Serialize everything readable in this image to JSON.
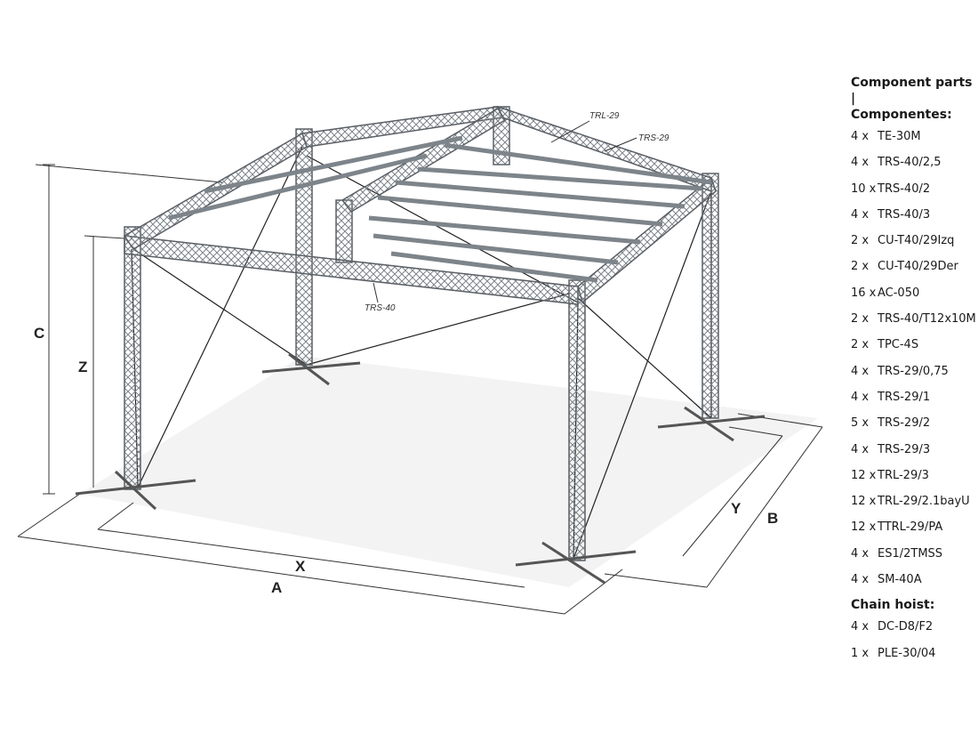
{
  "diagram": {
    "dimensions": {
      "a": "A",
      "b": "B",
      "c": "C",
      "x": "X",
      "y": "Y",
      "z": "Z"
    },
    "callouts": {
      "trl29": "TRL-29",
      "trs29": "TRS-29",
      "trs40": "TRS-40"
    },
    "colors": {
      "truss": "#8a9096",
      "truss_dark": "#4f555b",
      "floor": "#f1f1f1",
      "lines": "#222222"
    }
  },
  "parts": {
    "title_line1": "Component parts |",
    "title_line2": "Componentes:",
    "items": [
      {
        "qty": "4 x",
        "code": "TE-30M"
      },
      {
        "qty": "4 x",
        "code": "TRS-40/2,5"
      },
      {
        "qty": "10 x",
        "code": "TRS-40/2"
      },
      {
        "qty": "4 x",
        "code": "TRS-40/3"
      },
      {
        "qty": "2 x",
        "code": "CU-T40/29Izq"
      },
      {
        "qty": "2 x",
        "code": "CU-T40/29Der"
      },
      {
        "qty": "16 x",
        "code": "AC-050"
      },
      {
        "qty": "2 x",
        "code": "TRS-40/T12x10M"
      },
      {
        "qty": "2 x",
        "code": "TPC-4S"
      },
      {
        "qty": "4 x",
        "code": "TRS-29/0,75"
      },
      {
        "qty": "4 x",
        "code": "TRS-29/1"
      },
      {
        "qty": "5 x",
        "code": "TRS-29/2"
      },
      {
        "qty": "4 x",
        "code": "TRS-29/3"
      },
      {
        "qty": "12 x",
        "code": "TRL-29/3"
      },
      {
        "qty": "12 x",
        "code": "TRL-29/2.1bayU"
      },
      {
        "qty": "12 x",
        "code": "TTRL-29/PA"
      },
      {
        "qty": "4 x",
        "code": "ES1/2TMSS"
      },
      {
        "qty": "4 x",
        "code": "SM-40A"
      }
    ],
    "hoist_title": "Chain hoist:",
    "hoist_items": [
      {
        "qty": "4 x",
        "code": "DC-D8/F2"
      },
      {
        "qty": "1 x",
        "code": "PLE-30/04"
      }
    ]
  }
}
